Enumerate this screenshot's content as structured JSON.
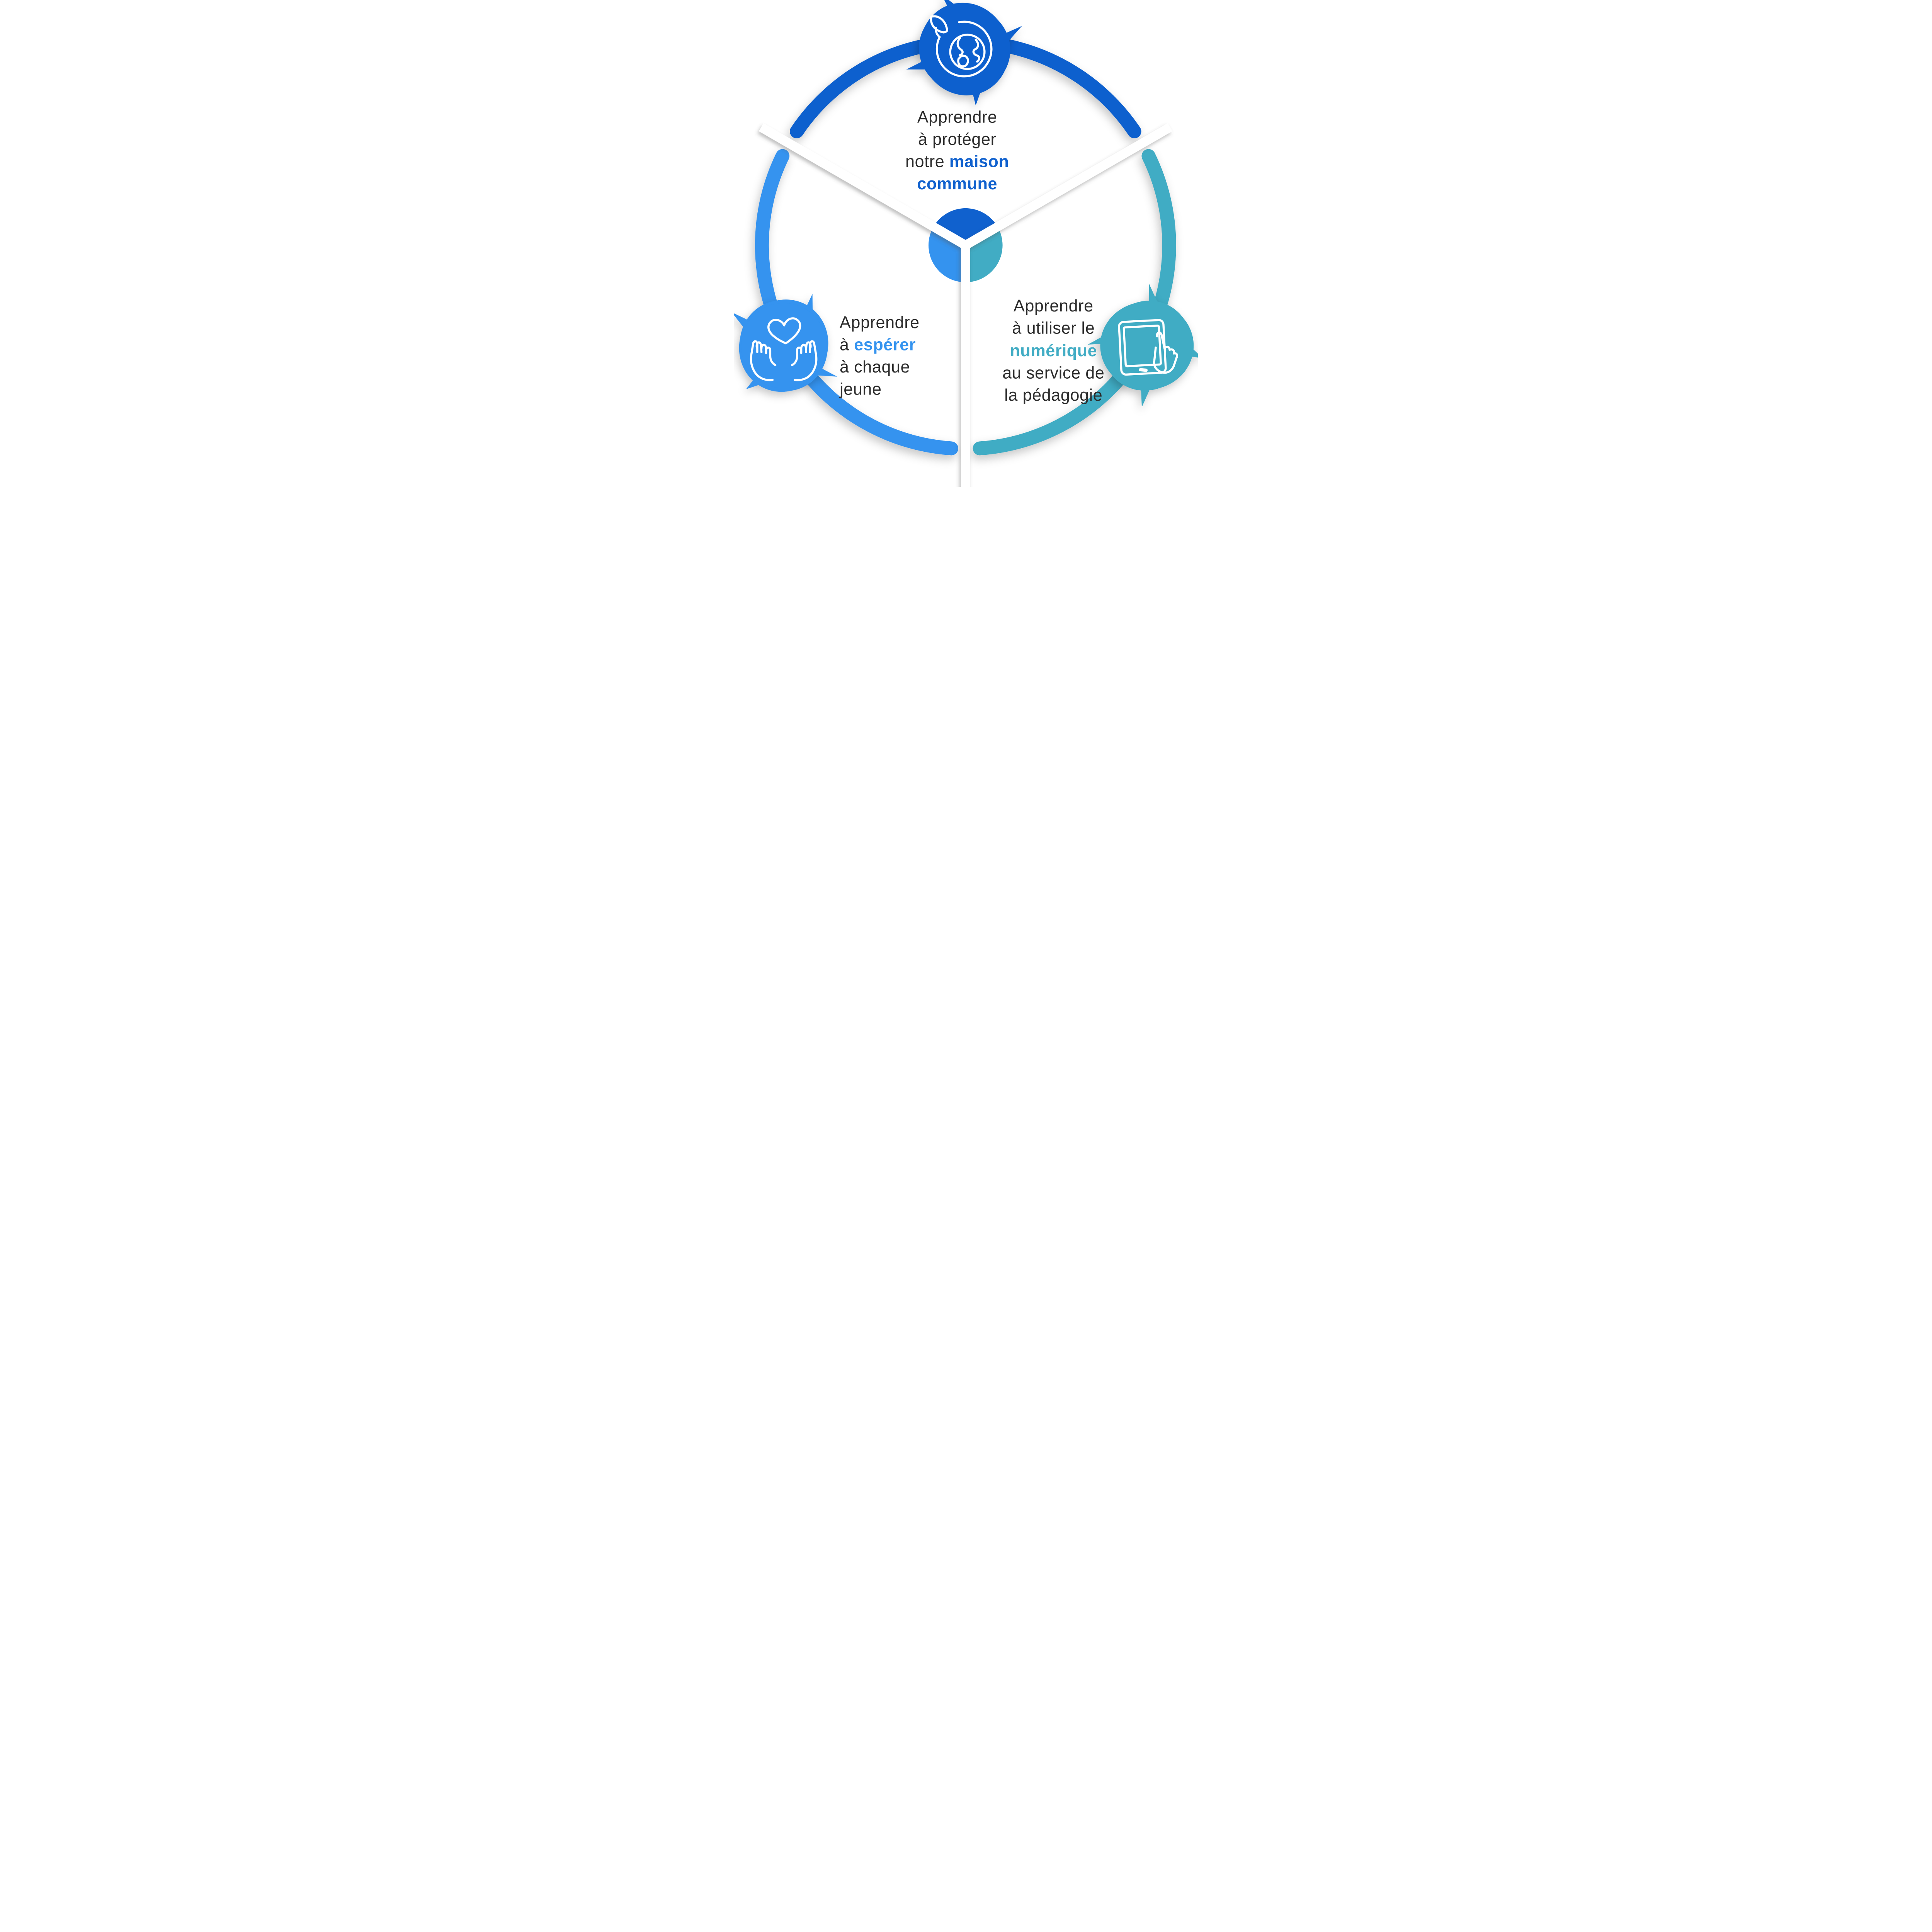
{
  "colors": {
    "background": "#FFFFFF",
    "text": "#2B2B2B",
    "icon_stroke": "#FFFFFF"
  },
  "segments": {
    "top": {
      "name": "proteger-maison-commune",
      "color": "#1061CE",
      "icon": "earth-globe-leaf-icon",
      "label_line1": "Apprendre",
      "label_line2": "à protéger",
      "label_line3_regular": "notre ",
      "label_line3_bold": "maison",
      "label_line4_bold": "commune"
    },
    "left": {
      "name": "esperer-chaque-jeune",
      "color": "#3493EF",
      "icon": "hands-holding-heart-icon",
      "label_line1": "Apprendre",
      "label_line2_regular": "à ",
      "label_line2_bold": "espérer",
      "label_line3": "à chaque",
      "label_line4": "jeune"
    },
    "right": {
      "name": "numerique-pedagogie",
      "color": "#41ACC4",
      "icon": "tablet-touch-hand-icon",
      "label_line1": "Apprendre",
      "label_line2": "à utiliser le",
      "label_line3_bold": "numérique",
      "label_line4": "au service de",
      "label_line5": "la pédagogie"
    }
  }
}
